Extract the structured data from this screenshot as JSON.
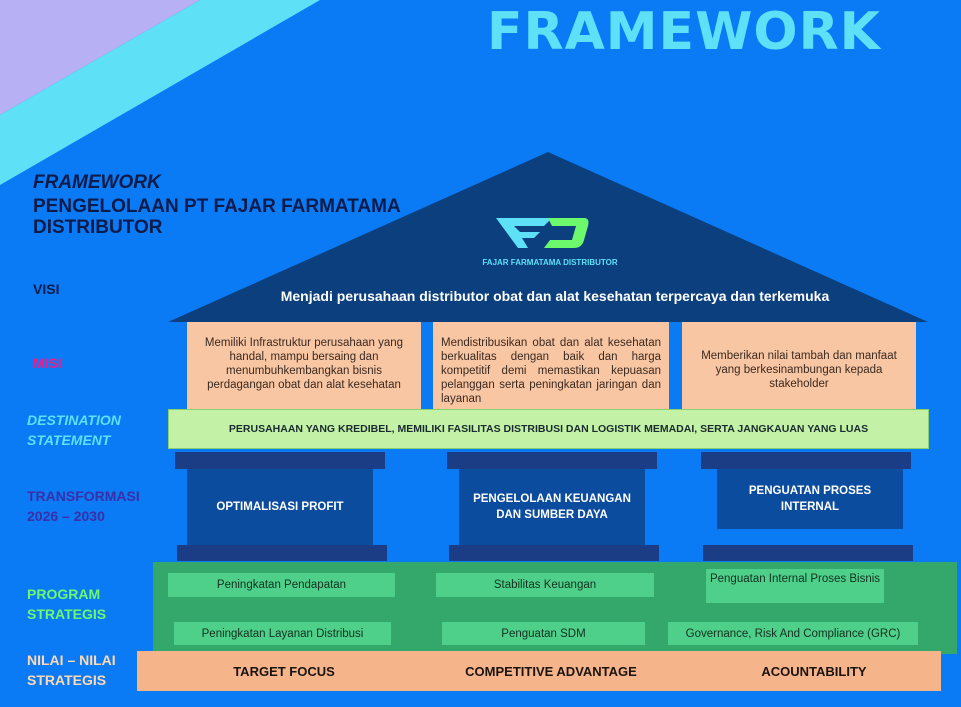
{
  "header": {
    "title": "FRAMEWORK",
    "subtitle_italic": "FRAMEWORK",
    "subtitle": "PENGELOLAAN PT FAJAR FARMATAMA DISTRIBUTOR"
  },
  "labels": {
    "visi": "VISI",
    "misi": "MISI",
    "destination": "DESTINATION STATEMENT",
    "transformasi": "TRANSFORMASI 2026 – 2030",
    "program": "PROGRAM STRATEGIS",
    "nilai": "NILAI – NILAI STRATEGIS"
  },
  "logo": {
    "text": "FAJAR FARMATAMA DISTRIBUTOR"
  },
  "visi": "Menjadi perusahaan distributor obat dan alat kesehatan terpercaya dan terkemuka",
  "misi": [
    "Memiliki Infrastruktur perusahaan yang handal, mampu bersaing dan menumbuhkembangkan bisnis perdagangan obat dan alat kesehatan",
    "Mendistribusikan obat dan alat kesehatan berkualitas dengan baik dan harga kompetitif demi memastikan kepuasan pelanggan serta peningkatan jaringan dan layanan",
    "Memberikan nilai tambah dan manfaat yang berkesinambungan kepada stakeholder"
  ],
  "destination": "PERUSAHAAN YANG KREDIBEL, MEMILIKI FASILITAS DISTRIBUSI DAN  LOGISTIK MEMADAI, SERTA JANGKAUAN YANG LUAS",
  "pillars": [
    "OPTIMALISASI  PROFIT",
    "PENGELOLAAN KEUANGAN DAN SUMBER DAYA",
    "PENGUATAN  PROSES  INTERNAL"
  ],
  "programs": {
    "row1": [
      "Peningkatan Pendapatan",
      "Stabilitas Keuangan",
      "Penguatan Internal Proses Bisnis"
    ],
    "row2": [
      "Peningkatan Layanan Distribusi",
      "Penguatan SDM",
      "Governance, Risk And Compliance (GRC)"
    ]
  },
  "values": [
    "TARGET  FOCUS",
    "COMPETITIVE ADVANTAGE",
    "ACOUNTABILITY"
  ],
  "colors": {
    "background": "#0a7bf5",
    "roof": "#0c3f7e",
    "misi_box": "#f9c6a4",
    "destination_bar": "#c3f2a6",
    "pillar": "#0c4c9e",
    "program_band": "#33a86a",
    "values_band": "#f5b48a"
  }
}
